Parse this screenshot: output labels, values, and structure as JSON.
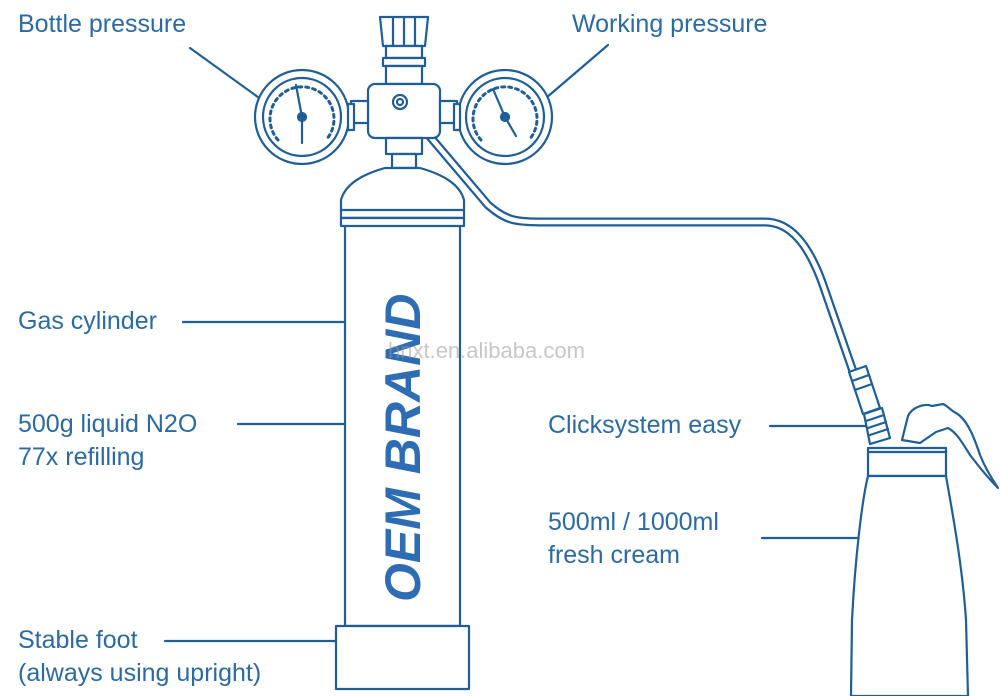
{
  "labels": {
    "bottle_pressure": "Bottle pressure",
    "working_pressure": "Working pressure",
    "gas_cylinder": "Gas cylinder",
    "liquid_line1": "500g liquid N2O",
    "liquid_line2": "77x refilling",
    "stable_line1": "Stable foot",
    "stable_line2": "(always using upright)",
    "clicksystem": "Clicksystem easy",
    "cream_line1": "500ml / 1000ml",
    "cream_line2": "fresh cream"
  },
  "brand_text": "OEM BRAND",
  "watermark": "hnxt.en.alibaba.com",
  "colors": {
    "line": "#1f5e96",
    "text": "#2b6aa3",
    "brand": "#2e6db4"
  }
}
